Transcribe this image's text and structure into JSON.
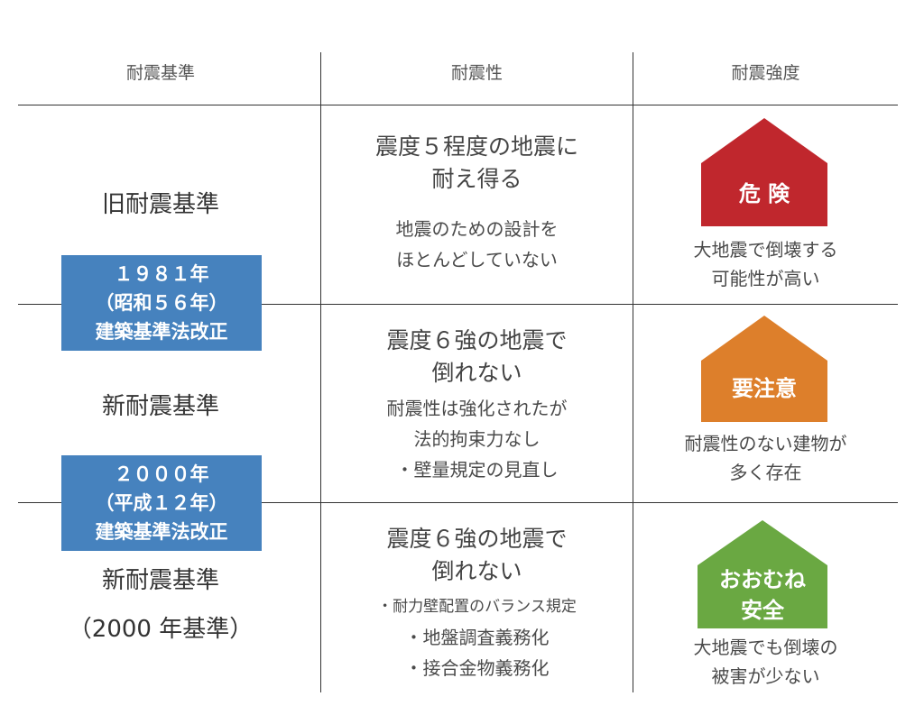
{
  "headers": {
    "standard": "耐震基準",
    "resistance": "耐震性",
    "strength": "耐震強度"
  },
  "rows": [
    {
      "standard": "旧耐震基準",
      "resistance_main": [
        "震度５程度の地震に",
        "耐え得る"
      ],
      "resistance_notes": [
        "地震のための設計を",
        "ほとんどしていない"
      ],
      "risk_label": "危 険",
      "risk_color": "#c0272d",
      "risk_desc": [
        "大地震で倒壊する",
        "可能性が高い"
      ]
    },
    {
      "standard": "新耐震基準",
      "resistance_main": [
        "震度６強の地震で",
        "倒れない"
      ],
      "resistance_notes": [
        "耐震性は強化されたが",
        "法的拘束力なし",
        "・壁量規定の見直し"
      ],
      "risk_label": "要注意",
      "risk_color": "#dd7f2b",
      "risk_desc": [
        "耐震性のない建物が",
        "多く存在"
      ]
    },
    {
      "standard": "新耐震基準",
      "standard_sub": "（2000 年基準）",
      "resistance_main": [
        "震度６強の地震で",
        "倒れない"
      ],
      "resistance_notes": [
        "・耐力壁配置のバランス規定",
        "・地盤調査義務化",
        "・接合金物義務化"
      ],
      "risk_label": [
        "おおむね",
        "安全"
      ],
      "risk_color": "#6aa842",
      "risk_desc": [
        "大地震でも倒壊の",
        "被害が少ない"
      ]
    }
  ],
  "badges": [
    {
      "lines": [
        "１９８１年",
        "（昭和５６年）",
        "建築基準法改正"
      ],
      "color": "#4682be"
    },
    {
      "lines": [
        "２０００年",
        "（平成１２年）",
        "建築基準法改正"
      ],
      "color": "#4682be"
    }
  ]
}
